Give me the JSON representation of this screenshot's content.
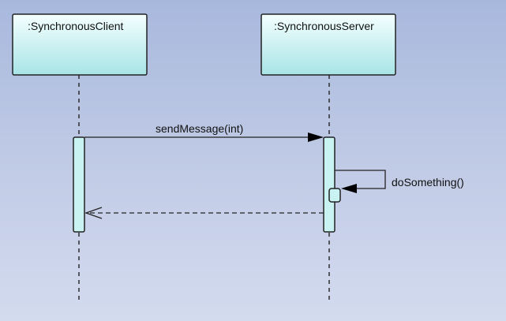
{
  "diagram": {
    "type": "sequence",
    "lifelines": [
      {
        "id": "client",
        "label": ":SynchronousClient"
      },
      {
        "id": "server",
        "label": ":SynchronousServer"
      }
    ],
    "messages": [
      {
        "id": "m1",
        "from": "client",
        "to": "server",
        "label": "sendMessage(int)",
        "kind": "synchronous"
      },
      {
        "id": "m2",
        "from": "server",
        "to": "server",
        "label": "doSomething()",
        "kind": "self-call"
      },
      {
        "id": "m3",
        "from": "server",
        "to": "client",
        "label": "",
        "kind": "return"
      }
    ]
  }
}
